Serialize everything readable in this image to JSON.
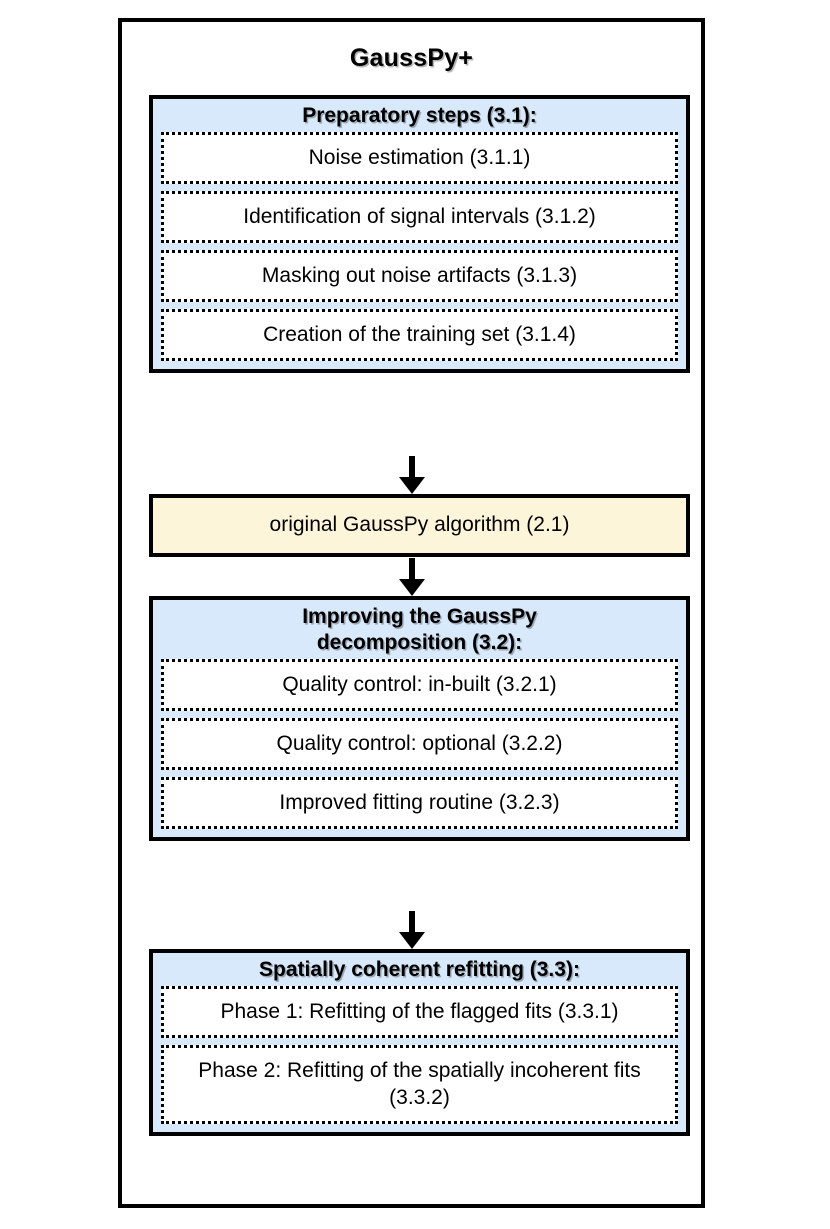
{
  "diagram": {
    "title": "GaussPy+",
    "colors": {
      "stage_blue": "#d7e9fb",
      "stage_yellow": "#fdf5da",
      "border": "#000000",
      "substep_fill": "#ffffff"
    },
    "stages": [
      {
        "id": "preparatory",
        "header": "Preparatory steps (3.1):",
        "fill": "blue",
        "substeps": [
          {
            "label": "Noise estimation (3.1.1)"
          },
          {
            "label": "Identification of signal intervals (3.1.2)"
          },
          {
            "label": "Masking out noise artifacts (3.1.3)"
          },
          {
            "label": "Creation of the training set (3.1.4)"
          }
        ]
      },
      {
        "id": "original-gausspy",
        "header": "",
        "fill": "yellow",
        "label": "original GaussPy algorithm (2.1)",
        "substeps": []
      },
      {
        "id": "improving-decomposition",
        "header": "Improving the GaussPy decomposition (3.2):",
        "header_line1": "Improving the GaussPy",
        "header_line2": "decomposition (3.2):",
        "fill": "blue",
        "substeps": [
          {
            "label": "Quality control: in-built (3.2.1)"
          },
          {
            "label": "Quality control: optional (3.2.2)"
          },
          {
            "label": "Improved fitting routine (3.2.3)"
          }
        ]
      },
      {
        "id": "spatially-coherent-refitting",
        "header": "Spatially coherent refitting (3.3):",
        "fill": "blue",
        "substeps": [
          {
            "label": "Phase 1: Refitting of the flagged fits (3.3.1)"
          },
          {
            "label": "Phase 2: Refitting of the spatially incoherent fits (3.3.2)"
          }
        ]
      }
    ],
    "arrows": [
      {
        "id": "prep-to-gausspy",
        "from": "preparatory",
        "to": "original-gausspy"
      },
      {
        "id": "gausspy-to-improve",
        "from": "original-gausspy",
        "to": "improving-decomposition"
      },
      {
        "id": "improve-to-refit",
        "from": "improving-decomposition",
        "to": "spatially-coherent-refitting"
      }
    ]
  }
}
